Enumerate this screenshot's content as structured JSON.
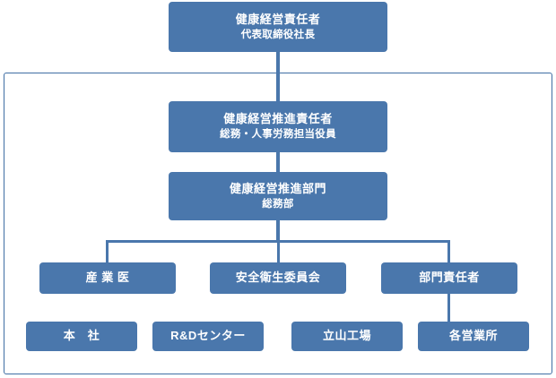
{
  "diagram": {
    "type": "organization-chart",
    "accent_color": "#4a77ac",
    "border_color": "#3f6ea4",
    "text_color": "#ffffff",
    "background": "#ffffff",
    "nodes": [
      {
        "id": "top",
        "title": "健康経営責任者",
        "sub": "代表取締役社長"
      },
      {
        "id": "promotion-officer",
        "title": "健康経営推進責任者",
        "sub": "総務・人事労務担当役員"
      },
      {
        "id": "promotion-dept",
        "title": "健康経営推進部門",
        "sub": "総務部"
      },
      {
        "id": "industrial-physician",
        "title": "産 業 医",
        "sub": ""
      },
      {
        "id": "safety-health-committee",
        "title": "安全衛生委員会",
        "sub": ""
      },
      {
        "id": "department-manager",
        "title": "部門責任者",
        "sub": ""
      },
      {
        "id": "headquarters",
        "title": "本　社",
        "sub": ""
      },
      {
        "id": "rd-center",
        "title": "R&Dセンター",
        "sub": ""
      },
      {
        "id": "tateyama-factory",
        "title": "立山工場",
        "sub": ""
      },
      {
        "id": "sales-offices",
        "title": "各営業所",
        "sub": ""
      }
    ]
  }
}
